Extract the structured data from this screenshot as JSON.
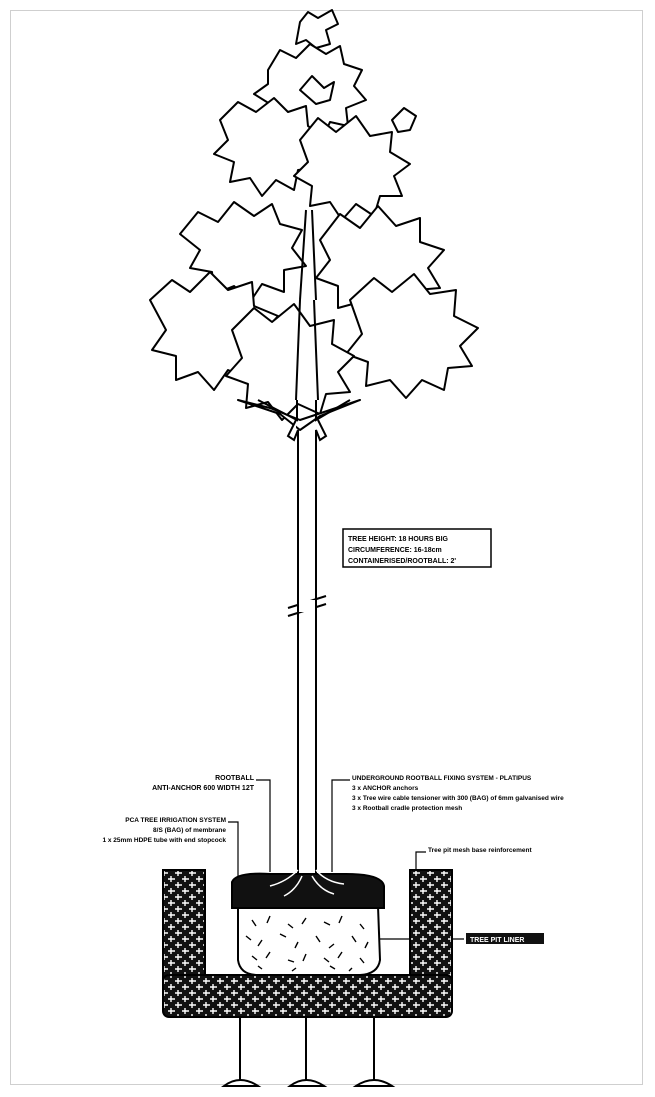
{
  "drawing": {
    "callout_height": "TREE HEIGHT: 18 HOURS BIG",
    "callout_spec": "CIRCUMFERENCE: 16-18cm",
    "callout_container": "CONTAINERISED/ROOTBALL: 2'",
    "label_rootball": "ROOTBALL",
    "label_rootball_sub": "ANTI-ANCHOR 600 WIDTH 12T",
    "label_irrigation": "PCA TREE IRRIGATION SYSTEM",
    "label_irrigation_1": "8/S (BAG) of membrane",
    "label_irrigation_2": "1 x 25mm HDPE tube with end stopcock",
    "label_fixing": "UNDERGROUND ROOTBALL FIXING SYSTEM - PLATIPUS",
    "label_fixing_1": "3 x ANCHOR anchors",
    "label_fixing_2": "3 x Tree wire cable tensioner with 300 (BAG) of 6mm galvanised wire",
    "label_fixing_3": "3 x Rootball cradle protection mesh",
    "label_pit": "Tree pit mesh base reinforcement",
    "label_side": "TREE PIT LINER"
  },
  "colors": {
    "ink": "#000000",
    "paper": "#ffffff",
    "border": "#cfcfcf"
  }
}
